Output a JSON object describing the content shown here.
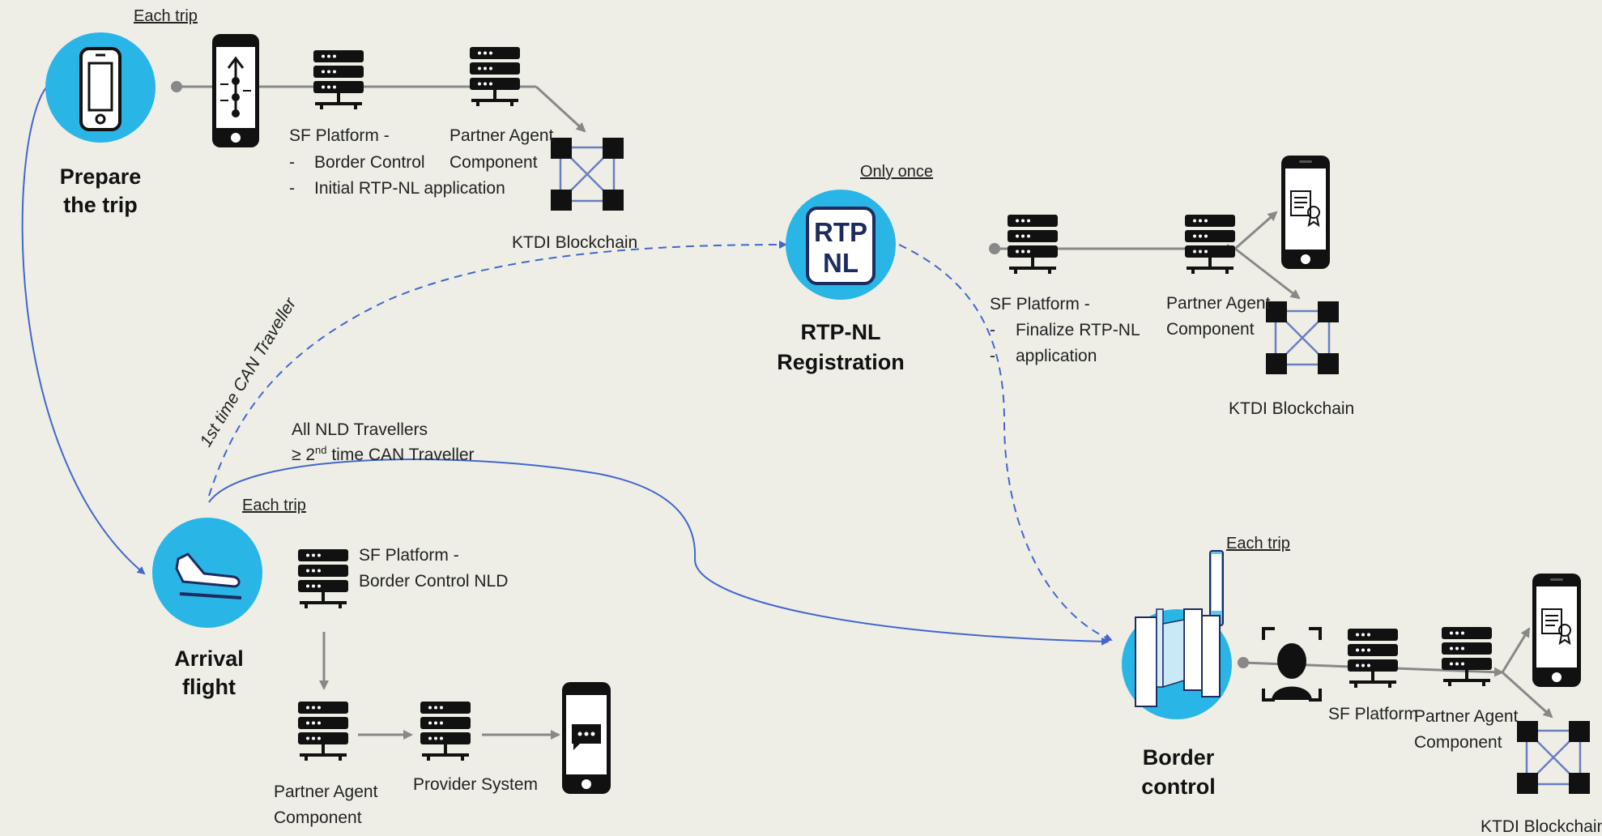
{
  "stages": {
    "prepare": {
      "line1": "Prepare",
      "line2": "the trip",
      "tag": "Each trip",
      "icon": "smartphone-icon"
    },
    "rtp": {
      "badge_line1": "RTP",
      "badge_line2": "NL",
      "line1": "RTP-NL",
      "line2": "Registration",
      "tag": "Only once"
    },
    "arrival": {
      "line1": "Arrival",
      "line2": "flight",
      "tag": "Each trip",
      "icon": "airplane-landing-icon"
    },
    "border": {
      "line1": "Border",
      "line2": "control",
      "tag": "Each trip",
      "icon": "border-gate-icon"
    }
  },
  "prepare_flow": {
    "sf_title": "SF Platform -",
    "sf_item1": "Border Control",
    "sf_item2": "Initial RTP-NL application",
    "partner_line1": "Partner Agent",
    "partner_line2": "Component",
    "blockchain": "KTDI Blockchain"
  },
  "rtp_flow": {
    "sf_title": "SF Platform -",
    "sf_item1": "Finalize RTP-NL",
    "sf_item2": "application",
    "partner_line1": "Partner Agent",
    "partner_line2": "Component",
    "blockchain": "KTDI Blockchain"
  },
  "arrival_flow": {
    "sf_title": "SF Platform -",
    "sf_line2": "Border Control NLD",
    "partner_line1": "Partner Agent",
    "partner_line2": "Component",
    "provider": "Provider System"
  },
  "border_flow": {
    "sf": "SF Platform",
    "partner_line1": "Partner Agent",
    "partner_line2": "Component",
    "blockchain": "KTDI Blockchain"
  },
  "edges": {
    "first_time": "1st time CAN Traveller",
    "all_nld": "All NLD Travellers",
    "repeat_prefix": "≥ 2",
    "repeat_sup": "nd",
    "repeat_suffix": " time CAN Traveller"
  },
  "colors": {
    "circle": "#29b6e6",
    "solid_arrow": "#4466cc",
    "dashed_arrow": "#4466cc",
    "flow_arrow": "#888888",
    "background": "#eeeee7"
  }
}
